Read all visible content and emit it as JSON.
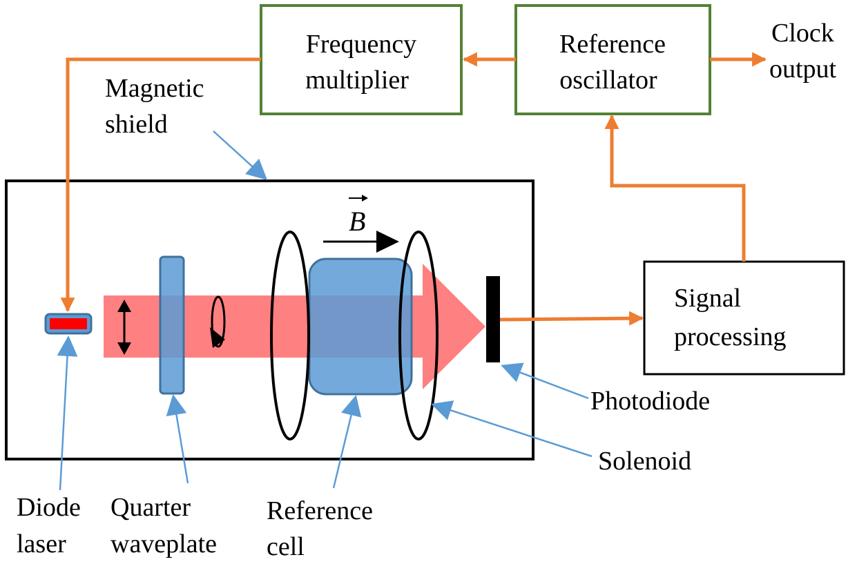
{
  "blocks": {
    "frequency_multiplier": [
      "Frequency",
      "multiplier"
    ],
    "reference_oscillator": [
      "Reference",
      "oscillator"
    ],
    "signal_processing": [
      "Signal",
      "processing"
    ]
  },
  "labels": {
    "clock_output": [
      "Clock",
      "output"
    ],
    "magnetic_shield": [
      "Magnetic",
      "shield"
    ],
    "photodiode": "Photodiode",
    "solenoid": "Solenoid",
    "diode_laser": [
      "Diode",
      "laser"
    ],
    "quarter_waveplate": [
      "Quarter",
      "waveplate"
    ],
    "reference_cell": [
      "Reference",
      "cell"
    ],
    "field_symbol": "B"
  },
  "colors": {
    "block_border": "#538135",
    "signal_arrow": "#ED7D31",
    "pointer_arrow": "#5B9BD5",
    "beam": "#FF8080",
    "component_fill": "#5B9BD5",
    "laser_chip": "#FF0000"
  }
}
